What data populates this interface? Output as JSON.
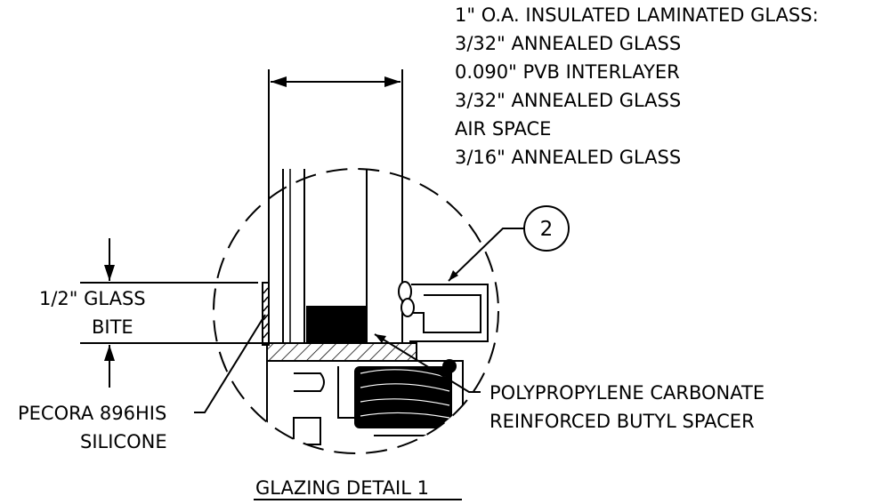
{
  "glass_spec": {
    "lines": [
      "1\" O.A. INSULATED LAMINATED GLASS:",
      "3/32\" ANNEALED GLASS",
      "0.090\" PVB INTERLAYER",
      "3/32\" ANNEALED GLASS",
      "AIR SPACE",
      "3/16\" ANNEALED GLASS"
    ]
  },
  "callout": {
    "number": "2"
  },
  "glass_bite": {
    "line1": "1/2\" GLASS",
    "line2": "BITE"
  },
  "sealant": {
    "line1": "PECORA 896HIS",
    "line2": "SILICONE"
  },
  "spacer": {
    "line1": "POLYPROPYLENE CARBONATE",
    "line2": "REINFORCED BUTYL SPACER"
  },
  "detail_title": "GLAZING DETAIL 1"
}
